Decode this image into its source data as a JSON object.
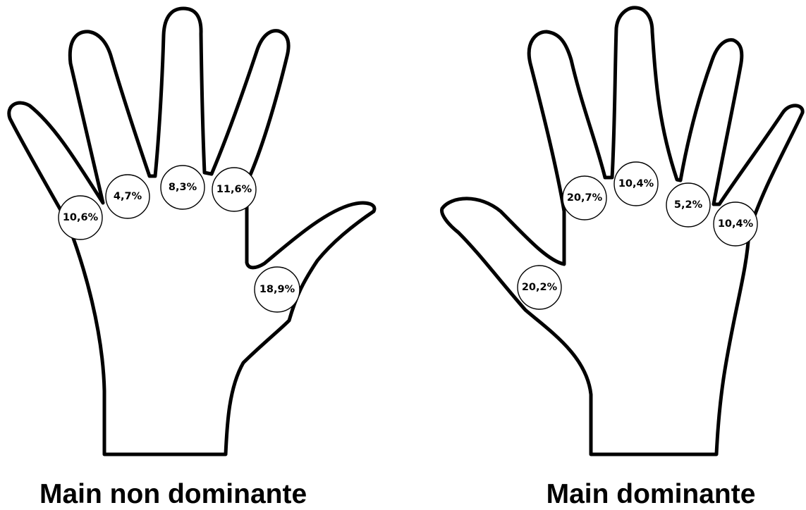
{
  "hands": [
    {
      "id": "non-dominant",
      "caption": "Main non dominante",
      "badges": [
        {
          "finger": "little",
          "label": "10,6%"
        },
        {
          "finger": "ring",
          "label": "4,7%"
        },
        {
          "finger": "middle",
          "label": "8,3%"
        },
        {
          "finger": "index",
          "label": "11,6%"
        },
        {
          "finger": "thumb",
          "label": "18,9%"
        }
      ]
    },
    {
      "id": "dominant",
      "caption": "Main dominante",
      "badges": [
        {
          "finger": "index",
          "label": "20,7%"
        },
        {
          "finger": "middle",
          "label": "10,4%"
        },
        {
          "finger": "ring",
          "label": "5,2%"
        },
        {
          "finger": "little",
          "label": "10,4%"
        },
        {
          "finger": "thumb",
          "label": "20,2%"
        }
      ]
    }
  ]
}
